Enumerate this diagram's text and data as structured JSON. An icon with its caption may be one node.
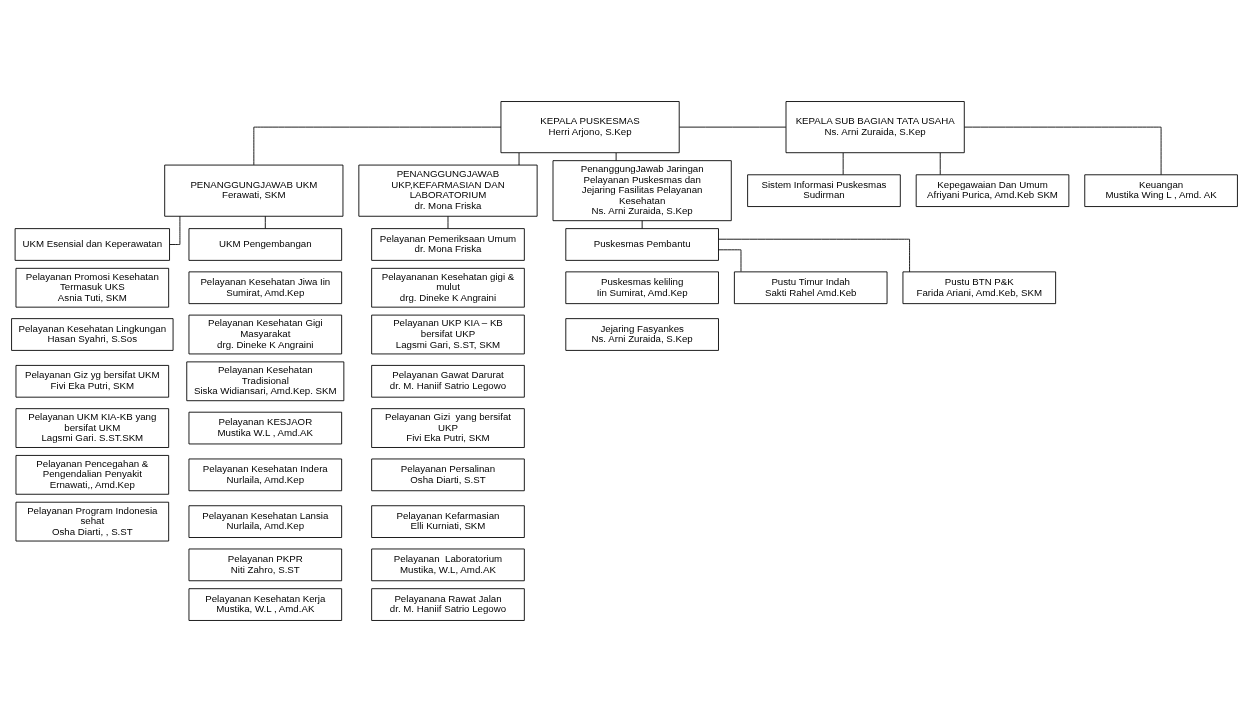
{
  "diagram": {
    "nodes": [
      {
        "text": [
          "KEPALA PUSKESMAS",
          "Herri Arjono, S.Kep"
        ]
      },
      {
        "text": [
          "KEPALA SUB BAGIAN TATA USAHA",
          "Ns. Arni Zuraida, S.Kep"
        ]
      },
      {
        "text": [
          "Sistem Informasi Puskesmas Sudirman"
        ]
      },
      {
        "text": [
          "Kepegawaian Dan Umum",
          "Afriyani Purica, Amd.Keb SKM"
        ]
      },
      {
        "text": [
          "Keuangan",
          "Mustika Wing L , Amd. AK"
        ]
      },
      {
        "text": [
          "PENANGGUNGJAWAB UKM",
          "Ferawati, SKM"
        ]
      },
      {
        "text": [
          "PENANGGUNGJAWAB UKP,KEFARMASIAN DAN LABORATORIUM",
          "dr. Mona Friska"
        ]
      },
      {
        "text": [
          "PenanggungJawab Jaringan Pelayanan Puskesmas dan Jejaring Fasilitas Pelayanan Kesehatan",
          "Ns. Arni Zuraida, S.Kep"
        ]
      },
      {
        "text": [
          "UKM Esensial dan Keperawatan"
        ]
      },
      {
        "text": [
          "Pelayanan Promosi Kesehatan Termasuk UKS",
          "Asnia Tuti, SKM"
        ]
      },
      {
        "text": [
          "Pelayanan Kesehatan Lingkungan",
          "Hasan Syahri, S.Sos"
        ]
      },
      {
        "text": [
          "Pelayanan Giz yg bersifat UKM",
          "Fivi Eka Putri, SKM"
        ]
      },
      {
        "text": [
          "Pelayanan UKM KIA-KB yang bersifat UKM",
          "Lagsmi Gari. S.ST.SKM"
        ]
      },
      {
        "text": [
          "Pelayanan Pencegahan & Pengendalian Penyakit",
          "Ernawati,, Amd.Kep"
        ]
      },
      {
        "text": [
          "Pelayanan Program Indonesia sehat",
          "Osha Diarti, , S.ST"
        ]
      },
      {
        "text": [
          "UKM Pengembangan"
        ]
      },
      {
        "text": [
          "Pelayanan Kesehatan Jiwa Iin Sumirat, Amd.Kep"
        ]
      },
      {
        "text": [
          "Pelayanan Kesehatan Gigi Masyarakat",
          "drg. Dineke K Angraini"
        ]
      },
      {
        "text": [
          "Pelayanan Kesehatan Tradisional",
          "Siska Widiansari, Amd.Kep. SKM"
        ]
      },
      {
        "text": [
          "Pelayanan KESJAOR",
          "Mustika W.L , Amd.AK"
        ]
      },
      {
        "text": [
          "Pelayanan Kesehatan Indera",
          "Nurlaila, Amd.Kep"
        ]
      },
      {
        "text": [
          "Pelayanan Kesehatan Lansia",
          "Nurlaila, Amd.Kep"
        ]
      },
      {
        "text": [
          "Pelayanan PKPR",
          "Niti Zahro, S.ST"
        ]
      },
      {
        "text": [
          "Pelayanan Kesehatan Kerja",
          "Mustika, W.L , Amd.AK"
        ]
      },
      {
        "text": [
          "Pelayanan Pemeriksaan Umum",
          "dr. Mona Friska"
        ]
      },
      {
        "text": [
          "Pelayananan Kesehatan gigi & mulut",
          "drg. Dineke K Angraini"
        ]
      },
      {
        "text": [
          "Pelayanan UKP KIA – KB  bersifat UKP",
          "Lagsmi Gari, S.ST, SKM"
        ]
      },
      {
        "text": [
          "Pelayanan Gawat Darurat",
          "dr. M. Haniif Satrio Legowo"
        ]
      },
      {
        "text": [
          "Pelayanan Gizi  yang bersifat UKP",
          "Fivi Eka Putri, SKM"
        ]
      },
      {
        "text": [
          "Pelayanan Persalinan",
          "Osha Diarti, S.ST"
        ]
      },
      {
        "text": [
          "Pelayanan Kefarmasian",
          "Elli Kurniati, SKM"
        ]
      },
      {
        "text": [
          "Pelayanan  Laboratorium",
          "Mustika, W.L, Amd.AK"
        ]
      },
      {
        "text": [
          "Pelayanana Rawat Jalan",
          "dr. M. Haniif Satrio Legowo"
        ]
      },
      {
        "text": [
          "Puskesmas Pembantu"
        ]
      },
      {
        "text": [
          "Puskesmas keliling",
          "Iin Sumirat, Amd.Kep"
        ]
      },
      {
        "text": [
          "Jejaring Fasyankes",
          "Ns. Arni Zuraida, S.Kep"
        ]
      },
      {
        "text": [
          "Pustu Timur Indah",
          "Sakti Rahel Amd.Keb"
        ]
      },
      {
        "text": [
          "Pustu BTN P&K",
          "Farida Ariani, Amd.Keb, SKM"
        ]
      }
    ],
    "edges": [
      {
        "from": 0,
        "to": 1,
        "arrow": "none"
      },
      {
        "from": 1,
        "to": 2,
        "arrow": "none"
      },
      {
        "from": 1,
        "to": 3,
        "arrow": "none"
      },
      {
        "from": 1,
        "to": 4,
        "arrow": "none"
      },
      {
        "from": 0,
        "to": 5,
        "arrow": "none"
      },
      {
        "from": 0,
        "to": 6,
        "arrow": "none"
      },
      {
        "from": 0,
        "to": 7,
        "arrow": "none"
      },
      {
        "from": 5,
        "to": 8,
        "arrow": "none"
      },
      {
        "from": 5,
        "to": 15,
        "arrow": "none"
      },
      {
        "from": 6,
        "to": 24,
        "arrow": "none"
      },
      {
        "from": 7,
        "to": 33,
        "arrow": "none"
      },
      {
        "from": 33,
        "to": 36,
        "arrow": "none"
      },
      {
        "from": 33,
        "to": 37,
        "arrow": "none"
      }
    ]
  }
}
